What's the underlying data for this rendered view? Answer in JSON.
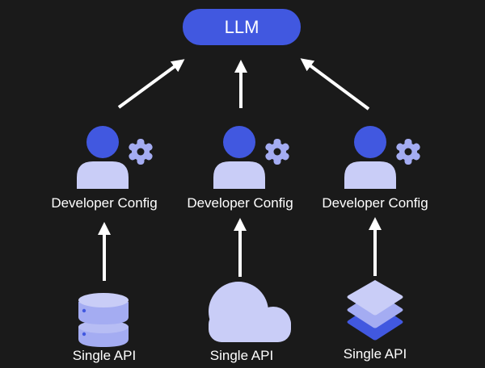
{
  "diagram": {
    "top_node": {
      "label": "LLM",
      "color": "#4158e0"
    },
    "middle_nodes": [
      {
        "label": "Developer Config",
        "icon": "user-with-gear-icon"
      },
      {
        "label": "Developer Config",
        "icon": "user-with-gear-icon"
      },
      {
        "label": "Developer Config",
        "icon": "user-with-gear-icon"
      }
    ],
    "bottom_nodes": [
      {
        "label": "Single API",
        "icon": "database-icon"
      },
      {
        "label": "Single API",
        "icon": "cloud-icon"
      },
      {
        "label": "Single API",
        "icon": "layers-icon"
      }
    ],
    "colors": {
      "background": "#1a1a1a",
      "accent": "#4158e0",
      "light": "#c9cdf7",
      "mid": "#a4acf2",
      "arrow": "#ffffff"
    }
  }
}
